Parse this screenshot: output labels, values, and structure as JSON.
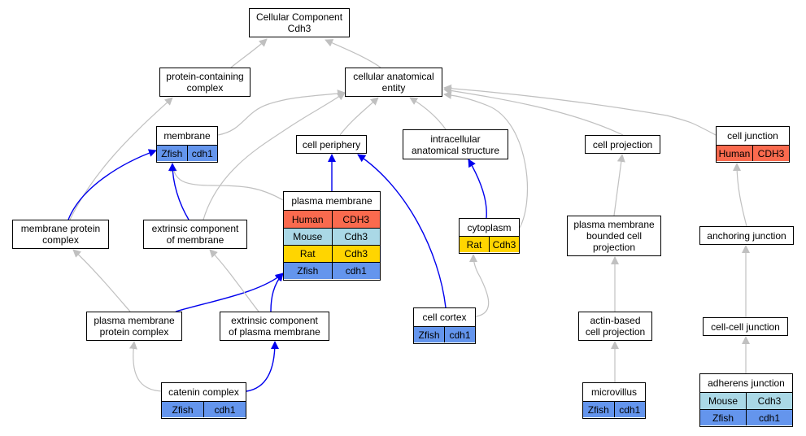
{
  "colors": {
    "gray_edge": "#c0c0c0",
    "blue_edge": "#0000ee",
    "Human": "#fa6a4e",
    "Mouse": "#aad8e6",
    "Rat": "#ffd500",
    "Zfish": "#6495ed"
  },
  "nodes": [
    {
      "id": "cc",
      "label": "Cellular Component\nCdh3",
      "rows": []
    },
    {
      "id": "pcc",
      "label": "protein-containing\ncomplex",
      "rows": []
    },
    {
      "id": "cae",
      "label": "cellular anatomical\nentity",
      "rows": []
    },
    {
      "id": "mem",
      "label": "membrane",
      "rows": [
        {
          "species": "Zfish",
          "gene": "cdh1"
        }
      ]
    },
    {
      "id": "cp",
      "label": "cell periphery",
      "rows": []
    },
    {
      "id": "ias",
      "label": "intracellular\nanatomical structure",
      "rows": []
    },
    {
      "id": "cproj",
      "label": "cell projection",
      "rows": []
    },
    {
      "id": "cj",
      "label": "cell junction",
      "rows": [
        {
          "species": "Human",
          "gene": "CDH3"
        }
      ]
    },
    {
      "id": "pm",
      "label": "plasma membrane",
      "rows": [
        {
          "species": "Human",
          "gene": "CDH3"
        },
        {
          "species": "Mouse",
          "gene": "Cdh3"
        },
        {
          "species": "Rat",
          "gene": "Cdh3"
        },
        {
          "species": "Zfish",
          "gene": "cdh1"
        }
      ]
    },
    {
      "id": "mpc",
      "label": "membrane protein\ncomplex",
      "rows": []
    },
    {
      "id": "ecm",
      "label": "extrinsic component\nof membrane",
      "rows": []
    },
    {
      "id": "cyto",
      "label": "cytoplasm",
      "rows": [
        {
          "species": "Rat",
          "gene": "Cdh3"
        }
      ]
    },
    {
      "id": "pmbcp",
      "label": "plasma membrane\nbounded cell\nprojection",
      "rows": []
    },
    {
      "id": "aj",
      "label": "anchoring junction",
      "rows": []
    },
    {
      "id": "pmpc",
      "label": "plasma membrane\nprotein complex",
      "rows": []
    },
    {
      "id": "ecpm",
      "label": "extrinsic component\nof plasma membrane",
      "rows": []
    },
    {
      "id": "ccx",
      "label": "cell cortex",
      "rows": [
        {
          "species": "Zfish",
          "gene": "cdh1"
        }
      ]
    },
    {
      "id": "abcp",
      "label": "actin-based\ncell projection",
      "rows": []
    },
    {
      "id": "ccj",
      "label": "cell-cell junction",
      "rows": []
    },
    {
      "id": "cat",
      "label": "catenin complex",
      "rows": [
        {
          "species": "Zfish",
          "gene": "cdh1"
        }
      ]
    },
    {
      "id": "mv",
      "label": "microvillus",
      "rows": [
        {
          "species": "Zfish",
          "gene": "cdh1"
        }
      ]
    },
    {
      "id": "adj",
      "label": "adherens junction",
      "rows": [
        {
          "species": "Mouse",
          "gene": "Cdh3"
        },
        {
          "species": "Zfish",
          "gene": "cdh1"
        }
      ]
    }
  ],
  "edges": [
    {
      "from": "pcc",
      "to": "cc",
      "kind": "gray"
    },
    {
      "from": "cae",
      "to": "cc",
      "kind": "gray"
    },
    {
      "from": "mem",
      "to": "cae",
      "kind": "gray"
    },
    {
      "from": "cp",
      "to": "cae",
      "kind": "gray"
    },
    {
      "from": "ias",
      "to": "cae",
      "kind": "gray"
    },
    {
      "from": "cproj",
      "to": "cae",
      "kind": "gray"
    },
    {
      "from": "cj",
      "to": "cae",
      "kind": "gray"
    },
    {
      "from": "cyto",
      "to": "cae",
      "kind": "gray"
    },
    {
      "from": "ecm",
      "to": "cae",
      "kind": "gray"
    },
    {
      "from": "pm",
      "to": "mem",
      "kind": "gray"
    },
    {
      "from": "mpc",
      "to": "pcc",
      "kind": "gray"
    },
    {
      "from": "mpc",
      "to": "mem",
      "kind": "blue"
    },
    {
      "from": "ecm",
      "to": "mem",
      "kind": "blue"
    },
    {
      "from": "pm",
      "to": "cp",
      "kind": "blue"
    },
    {
      "from": "ccx",
      "to": "cp",
      "kind": "blue"
    },
    {
      "from": "cyto",
      "to": "ias",
      "kind": "blue"
    },
    {
      "from": "ccx",
      "to": "cyto",
      "kind": "gray"
    },
    {
      "from": "pmbcp",
      "to": "cproj",
      "kind": "gray"
    },
    {
      "from": "abcp",
      "to": "pmbcp",
      "kind": "gray"
    },
    {
      "from": "mv",
      "to": "abcp",
      "kind": "gray"
    },
    {
      "from": "aj",
      "to": "cj",
      "kind": "gray"
    },
    {
      "from": "ccj",
      "to": "aj",
      "kind": "gray"
    },
    {
      "from": "adj",
      "to": "ccj",
      "kind": "gray"
    },
    {
      "from": "pmpc",
      "to": "mpc",
      "kind": "gray"
    },
    {
      "from": "pmpc",
      "to": "pm",
      "kind": "blue"
    },
    {
      "from": "ecpm",
      "to": "ecm",
      "kind": "gray"
    },
    {
      "from": "ecpm",
      "to": "pm",
      "kind": "blue"
    },
    {
      "from": "cat",
      "to": "pmpc",
      "kind": "gray"
    },
    {
      "from": "cat",
      "to": "ecpm",
      "kind": "blue"
    }
  ]
}
